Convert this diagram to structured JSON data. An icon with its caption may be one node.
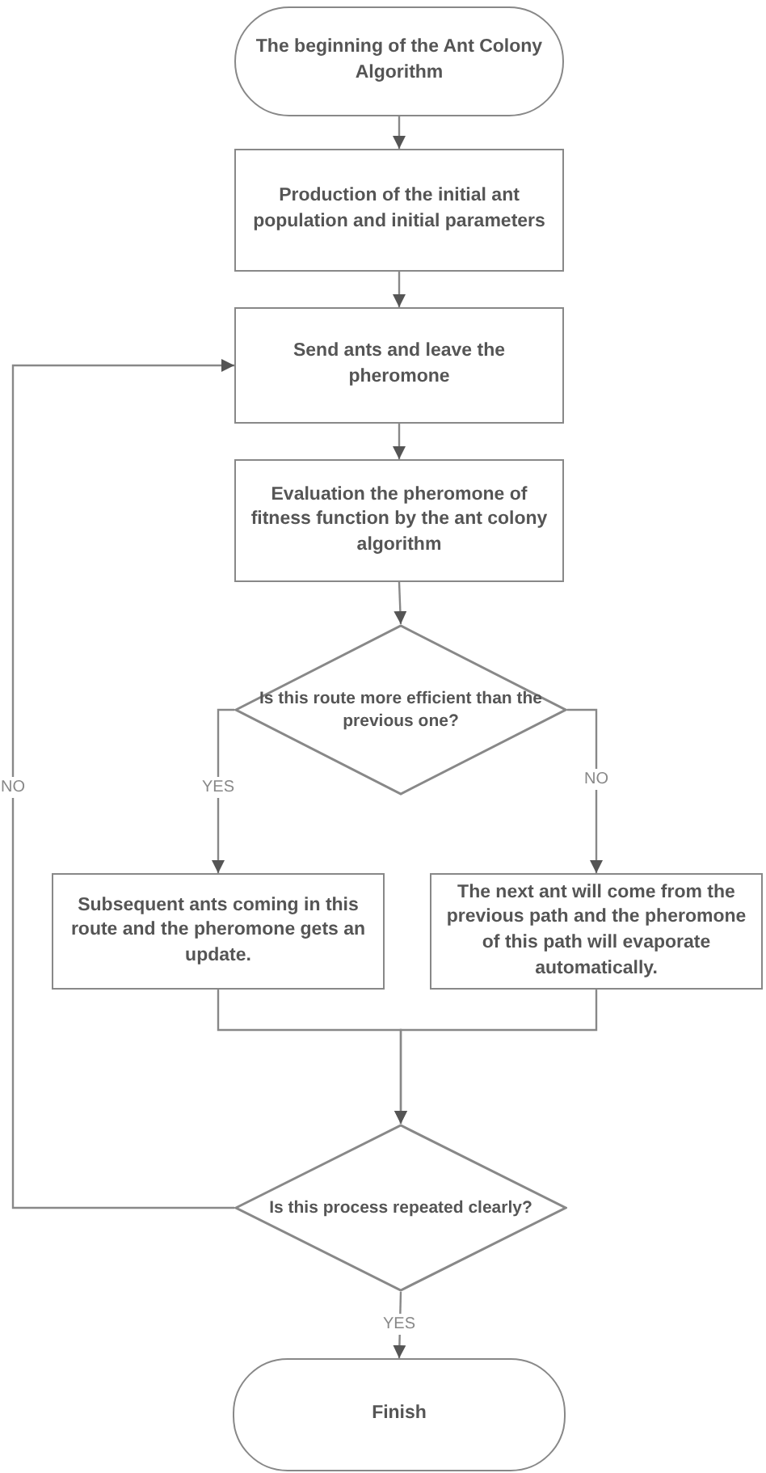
{
  "diagram": {
    "nodes": [
      {
        "text": [
          "The beginning of the Ant Colony Algorithm"
        ]
      },
      {
        "text": [
          "Production of the initial ant population and initial parameters"
        ]
      },
      {
        "text": [
          "Send ants and leave the pheromone"
        ]
      },
      {
        "text": [
          "Evaluation the pheromone of fitness function by the ant colony algorithm"
        ]
      },
      {
        "text": [
          "Is this route more efficient than the previous one?"
        ]
      },
      {
        "text": [
          "Subsequent ants coming in this route and the pheromone gets an update."
        ]
      },
      {
        "text": [
          "The next ant will come from the previous path and the pheromone of this path will evaporate automatically."
        ]
      },
      {
        "text": [
          "Is this process repeated clearly?"
        ]
      },
      {
        "text": [
          "Finish"
        ]
      }
    ],
    "edges": [
      {
        "from": 0,
        "to": 1,
        "arrow": "to"
      },
      {
        "from": 1,
        "to": 2,
        "arrow": "to"
      },
      {
        "from": 2,
        "to": 3,
        "arrow": "to"
      },
      {
        "from": 3,
        "to": 4,
        "arrow": "to"
      },
      {
        "from": 4,
        "to": 5,
        "arrow": "to",
        "label": "YES"
      },
      {
        "from": 4,
        "to": 6,
        "arrow": "to",
        "label": "NO"
      },
      {
        "from": 5,
        "to": 7,
        "arrow": "to"
      },
      {
        "from": 6,
        "to": 7,
        "arrow": "to"
      },
      {
        "from": 7,
        "to": 2,
        "arrow": "to",
        "label": "NO"
      },
      {
        "from": 7,
        "to": 8,
        "arrow": "to",
        "label": "YES"
      }
    ]
  }
}
